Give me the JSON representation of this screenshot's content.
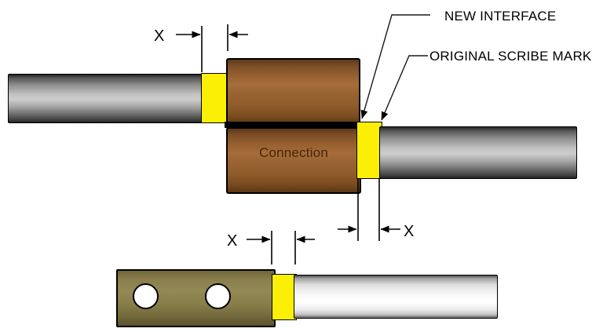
{
  "diagram": {
    "callouts": {
      "new_interface": "NEW INTERFACE",
      "original_scribe_mark": "ORIGINAL SCRIBE MARK"
    },
    "connector_label": "Connection",
    "dimensions": {
      "top": "X",
      "right": "X",
      "bottom": "X"
    },
    "colors": {
      "scribe_band_yellow": "#FBEF06",
      "connector_brown": "#9A6432",
      "lug_olive": "#857B48",
      "rod_gray": "#C3C3C3",
      "rod_light_gray": "#F8F8F8",
      "outline_black": "#000000",
      "background_white": "#FFFFFF"
    }
  }
}
